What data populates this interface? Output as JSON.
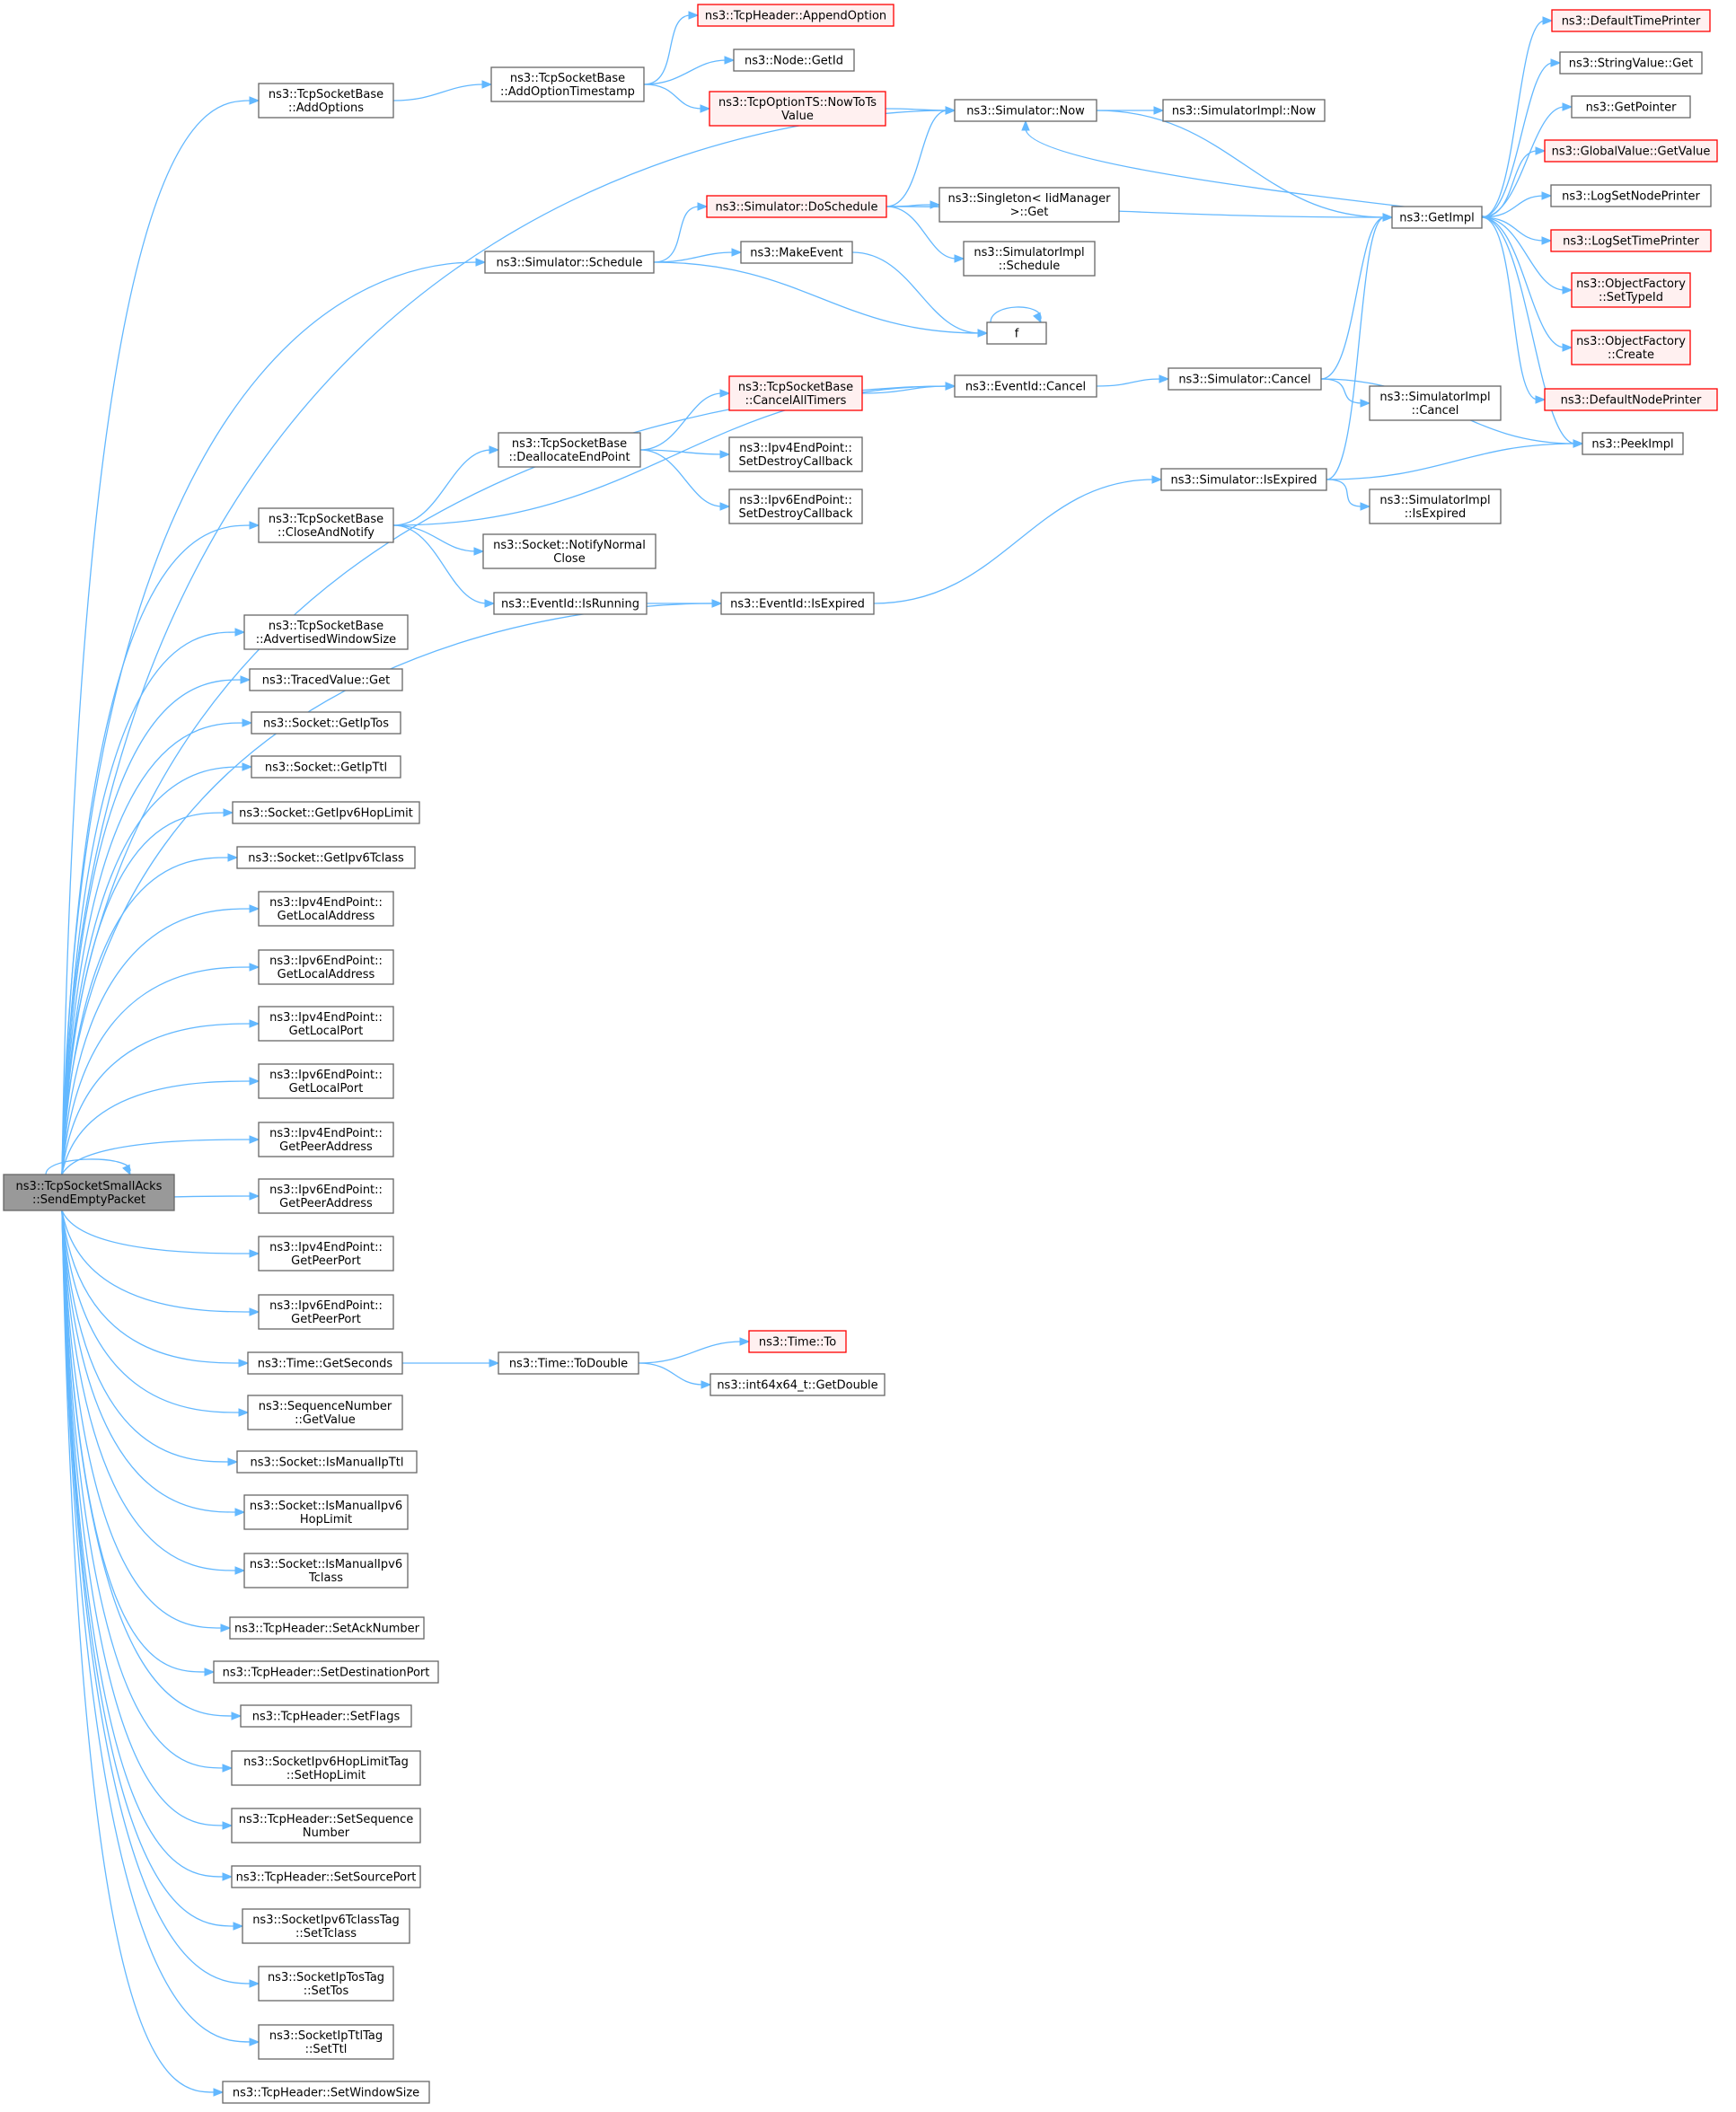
{
  "colors": {
    "edge": "#63b8ff",
    "normal_border": "#666666",
    "normal_fill": "#ffffff",
    "trunc_border": "#ff0000",
    "trunc_fill": "#fff0f0",
    "root_fill": "#999999",
    "root_border": "#666666"
  },
  "nodes": [
    {
      "id": "root",
      "lines": [
        "ns3::TcpSocketSmallAcks",
        "::SendEmptyPacket"
      ],
      "style": "root"
    },
    {
      "id": "addOptions",
      "lines": [
        "ns3::TcpSocketBase",
        "::AddOptions"
      ],
      "style": "normal"
    },
    {
      "id": "addOptTs",
      "lines": [
        "ns3::TcpSocketBase",
        "::AddOptionTimestamp"
      ],
      "style": "normal"
    },
    {
      "id": "appendOpt",
      "lines": [
        "ns3::TcpHeader::AppendOption"
      ],
      "style": "trunc"
    },
    {
      "id": "nodeGetId",
      "lines": [
        "ns3::Node::GetId"
      ],
      "style": "normal"
    },
    {
      "id": "nowToTs",
      "lines": [
        "ns3::TcpOptionTS::NowToTs",
        "Value"
      ],
      "style": "trunc"
    },
    {
      "id": "simNow",
      "lines": [
        "ns3::Simulator::Now"
      ],
      "style": "normal"
    },
    {
      "id": "simImplNow",
      "lines": [
        "ns3::SimulatorImpl::Now"
      ],
      "style": "normal"
    },
    {
      "id": "doSchedule",
      "lines": [
        "ns3::Simulator::DoSchedule"
      ],
      "style": "trunc"
    },
    {
      "id": "singleton",
      "lines": [
        "ns3::Singleton< IidManager",
        ">::Get"
      ],
      "style": "normal"
    },
    {
      "id": "simImplSched",
      "lines": [
        "ns3::SimulatorImpl",
        "::Schedule"
      ],
      "style": "normal"
    },
    {
      "id": "simSchedule",
      "lines": [
        "ns3::Simulator::Schedule"
      ],
      "style": "normal"
    },
    {
      "id": "makeEvent",
      "lines": [
        "ns3::MakeEvent"
      ],
      "style": "normal"
    },
    {
      "id": "f",
      "lines": [
        "f"
      ],
      "style": "normal"
    },
    {
      "id": "getImpl",
      "lines": [
        "ns3::GetImpl"
      ],
      "style": "normal"
    },
    {
      "id": "defTimePrinter",
      "lines": [
        "ns3::DefaultTimePrinter"
      ],
      "style": "trunc"
    },
    {
      "id": "strValGet",
      "lines": [
        "ns3::StringValue::Get"
      ],
      "style": "normal"
    },
    {
      "id": "getPointer",
      "lines": [
        "ns3::GetPointer"
      ],
      "style": "normal"
    },
    {
      "id": "gvGetValue",
      "lines": [
        "ns3::GlobalValue::GetValue"
      ],
      "style": "trunc"
    },
    {
      "id": "logSetNode",
      "lines": [
        "ns3::LogSetNodePrinter"
      ],
      "style": "normal"
    },
    {
      "id": "logSetTime",
      "lines": [
        "ns3::LogSetTimePrinter"
      ],
      "style": "trunc"
    },
    {
      "id": "ofSetTypeId",
      "lines": [
        "ns3::ObjectFactory",
        "::SetTypeId"
      ],
      "style": "trunc"
    },
    {
      "id": "ofCreate",
      "lines": [
        "ns3::ObjectFactory",
        "::Create"
      ],
      "style": "trunc"
    },
    {
      "id": "defNodePrinter",
      "lines": [
        "ns3::DefaultNodePrinter"
      ],
      "style": "trunc"
    },
    {
      "id": "peekImpl",
      "lines": [
        "ns3::PeekImpl"
      ],
      "style": "normal"
    },
    {
      "id": "eventCancel",
      "lines": [
        "ns3::EventId::Cancel"
      ],
      "style": "normal"
    },
    {
      "id": "simCancel",
      "lines": [
        "ns3::Simulator::Cancel"
      ],
      "style": "normal"
    },
    {
      "id": "simImplCancel",
      "lines": [
        "ns3::SimulatorImpl",
        "::Cancel"
      ],
      "style": "normal"
    },
    {
      "id": "cancelTimers",
      "lines": [
        "ns3::TcpSocketBase",
        "::CancelAllTimers"
      ],
      "style": "trunc"
    },
    {
      "id": "deallocEp",
      "lines": [
        "ns3::TcpSocketBase",
        "::DeallocateEndPoint"
      ],
      "style": "normal"
    },
    {
      "id": "ipv4SetDestroy",
      "lines": [
        "ns3::Ipv4EndPoint::",
        "SetDestroyCallback"
      ],
      "style": "normal"
    },
    {
      "id": "ipv6SetDestroy",
      "lines": [
        "ns3::Ipv6EndPoint::",
        "SetDestroyCallback"
      ],
      "style": "normal"
    },
    {
      "id": "simIsExpired",
      "lines": [
        "ns3::Simulator::IsExpired"
      ],
      "style": "normal"
    },
    {
      "id": "simImplIsExpired",
      "lines": [
        "ns3::SimulatorImpl",
        "::IsExpired"
      ],
      "style": "normal"
    },
    {
      "id": "closeNotify",
      "lines": [
        "ns3::TcpSocketBase",
        "::CloseAndNotify"
      ],
      "style": "normal"
    },
    {
      "id": "notifyNormalClose",
      "lines": [
        "ns3::Socket::NotifyNormal",
        "Close"
      ],
      "style": "normal"
    },
    {
      "id": "isRunning",
      "lines": [
        "ns3::EventId::IsRunning"
      ],
      "style": "normal"
    },
    {
      "id": "eventIsExpired",
      "lines": [
        "ns3::EventId::IsExpired"
      ],
      "style": "normal"
    },
    {
      "id": "advWinSize",
      "lines": [
        "ns3::TcpSocketBase",
        "::AdvertisedWindowSize"
      ],
      "style": "normal"
    },
    {
      "id": "tracedGet",
      "lines": [
        "ns3::TracedValue::Get"
      ],
      "style": "normal"
    },
    {
      "id": "getIpTos",
      "lines": [
        "ns3::Socket::GetIpTos"
      ],
      "style": "normal"
    },
    {
      "id": "getIpTtl",
      "lines": [
        "ns3::Socket::GetIpTtl"
      ],
      "style": "normal"
    },
    {
      "id": "getIpv6Hop",
      "lines": [
        "ns3::Socket::GetIpv6HopLimit"
      ],
      "style": "normal"
    },
    {
      "id": "getIpv6Tclass",
      "lines": [
        "ns3::Socket::GetIpv6Tclass"
      ],
      "style": "normal"
    },
    {
      "id": "ipv4LocalAddr",
      "lines": [
        "ns3::Ipv4EndPoint::",
        "GetLocalAddress"
      ],
      "style": "normal"
    },
    {
      "id": "ipv6LocalAddr",
      "lines": [
        "ns3::Ipv6EndPoint::",
        "GetLocalAddress"
      ],
      "style": "normal"
    },
    {
      "id": "ipv4LocalPort",
      "lines": [
        "ns3::Ipv4EndPoint::",
        "GetLocalPort"
      ],
      "style": "normal"
    },
    {
      "id": "ipv6LocalPort",
      "lines": [
        "ns3::Ipv6EndPoint::",
        "GetLocalPort"
      ],
      "style": "normal"
    },
    {
      "id": "ipv4PeerAddr",
      "lines": [
        "ns3::Ipv4EndPoint::",
        "GetPeerAddress"
      ],
      "style": "normal"
    },
    {
      "id": "ipv6PeerAddr",
      "lines": [
        "ns3::Ipv6EndPoint::",
        "GetPeerAddress"
      ],
      "style": "normal"
    },
    {
      "id": "ipv4PeerPort",
      "lines": [
        "ns3::Ipv4EndPoint::",
        "GetPeerPort"
      ],
      "style": "normal"
    },
    {
      "id": "ipv6PeerPort",
      "lines": [
        "ns3::Ipv6EndPoint::",
        "GetPeerPort"
      ],
      "style": "normal"
    },
    {
      "id": "timeGetSeconds",
      "lines": [
        "ns3::Time::GetSeconds"
      ],
      "style": "normal"
    },
    {
      "id": "timeToDouble",
      "lines": [
        "ns3::Time::ToDouble"
      ],
      "style": "normal"
    },
    {
      "id": "timeTo",
      "lines": [
        "ns3::Time::To"
      ],
      "style": "trunc"
    },
    {
      "id": "int64GetDouble",
      "lines": [
        "ns3::int64x64_t::GetDouble"
      ],
      "style": "normal"
    },
    {
      "id": "seqGetValue",
      "lines": [
        "ns3::SequenceNumber",
        "::GetValue"
      ],
      "style": "normal"
    },
    {
      "id": "isManualIpTtl",
      "lines": [
        "ns3::Socket::IsManualIpTtl"
      ],
      "style": "normal"
    },
    {
      "id": "isManualIpv6Hop",
      "lines": [
        "ns3::Socket::IsManualIpv6",
        "HopLimit"
      ],
      "style": "normal"
    },
    {
      "id": "isManualIpv6Tclass",
      "lines": [
        "ns3::Socket::IsManualIpv6",
        "Tclass"
      ],
      "style": "normal"
    },
    {
      "id": "setAckNumber",
      "lines": [
        "ns3::TcpHeader::SetAckNumber"
      ],
      "style": "normal"
    },
    {
      "id": "setDestPort",
      "lines": [
        "ns3::TcpHeader::SetDestinationPort"
      ],
      "style": "normal"
    },
    {
      "id": "setFlags",
      "lines": [
        "ns3::TcpHeader::SetFlags"
      ],
      "style": "normal"
    },
    {
      "id": "setHopLimit",
      "lines": [
        "ns3::SocketIpv6HopLimitTag",
        "::SetHopLimit"
      ],
      "style": "normal"
    },
    {
      "id": "setSeqNumber",
      "lines": [
        "ns3::TcpHeader::SetSequence",
        "Number"
      ],
      "style": "normal"
    },
    {
      "id": "setSourcePort",
      "lines": [
        "ns3::TcpHeader::SetSourcePort"
      ],
      "style": "normal"
    },
    {
      "id": "setTclass",
      "lines": [
        "ns3::SocketIpv6TclassTag",
        "::SetTclass"
      ],
      "style": "normal"
    },
    {
      "id": "setTos",
      "lines": [
        "ns3::SocketIpTosTag",
        "::SetTos"
      ],
      "style": "normal"
    },
    {
      "id": "setTtl",
      "lines": [
        "ns3::SocketIpTtlTag",
        "::SetTtl"
      ],
      "style": "normal"
    },
    {
      "id": "setWindowSize",
      "lines": [
        "ns3::TcpHeader::SetWindowSize"
      ],
      "style": "normal"
    }
  ],
  "edges": [
    [
      "root",
      "root"
    ],
    [
      "root",
      "addOptions"
    ],
    [
      "root",
      "simNow"
    ],
    [
      "root",
      "simSchedule"
    ],
    [
      "root",
      "eventCancel"
    ],
    [
      "root",
      "closeNotify"
    ],
    [
      "root",
      "eventIsExpired"
    ],
    [
      "root",
      "advWinSize"
    ],
    [
      "root",
      "tracedGet"
    ],
    [
      "root",
      "getIpTos"
    ],
    [
      "root",
      "getIpTtl"
    ],
    [
      "root",
      "getIpv6Hop"
    ],
    [
      "root",
      "getIpv6Tclass"
    ],
    [
      "root",
      "ipv4LocalAddr"
    ],
    [
      "root",
      "ipv6LocalAddr"
    ],
    [
      "root",
      "ipv4LocalPort"
    ],
    [
      "root",
      "ipv6LocalPort"
    ],
    [
      "root",
      "ipv4PeerAddr"
    ],
    [
      "root",
      "ipv6PeerAddr"
    ],
    [
      "root",
      "ipv4PeerPort"
    ],
    [
      "root",
      "ipv6PeerPort"
    ],
    [
      "root",
      "timeGetSeconds"
    ],
    [
      "root",
      "seqGetValue"
    ],
    [
      "root",
      "isManualIpTtl"
    ],
    [
      "root",
      "isManualIpv6Hop"
    ],
    [
      "root",
      "isManualIpv6Tclass"
    ],
    [
      "root",
      "setAckNumber"
    ],
    [
      "root",
      "setDestPort"
    ],
    [
      "root",
      "setFlags"
    ],
    [
      "root",
      "setHopLimit"
    ],
    [
      "root",
      "setSeqNumber"
    ],
    [
      "root",
      "setSourcePort"
    ],
    [
      "root",
      "setTclass"
    ],
    [
      "root",
      "setTos"
    ],
    [
      "root",
      "setTtl"
    ],
    [
      "root",
      "setWindowSize"
    ],
    [
      "addOptions",
      "addOptTs"
    ],
    [
      "addOptTs",
      "appendOpt"
    ],
    [
      "addOptTs",
      "nodeGetId"
    ],
    [
      "addOptTs",
      "nowToTs"
    ],
    [
      "nowToTs",
      "simNow"
    ],
    [
      "simNow",
      "simImplNow"
    ],
    [
      "simNow",
      "getImpl"
    ],
    [
      "simSchedule",
      "doSchedule"
    ],
    [
      "simSchedule",
      "makeEvent"
    ],
    [
      "simSchedule",
      "f"
    ],
    [
      "doSchedule",
      "simNow"
    ],
    [
      "doSchedule",
      "getImpl"
    ],
    [
      "doSchedule",
      "singleton"
    ],
    [
      "doSchedule",
      "simImplSched"
    ],
    [
      "makeEvent",
      "f"
    ],
    [
      "f",
      "f"
    ],
    [
      "getImpl",
      "simNow"
    ],
    [
      "getImpl",
      "defTimePrinter"
    ],
    [
      "getImpl",
      "strValGet"
    ],
    [
      "getImpl",
      "getPointer"
    ],
    [
      "getImpl",
      "gvGetValue"
    ],
    [
      "getImpl",
      "logSetNode"
    ],
    [
      "getImpl",
      "logSetTime"
    ],
    [
      "getImpl",
      "ofSetTypeId"
    ],
    [
      "getImpl",
      "ofCreate"
    ],
    [
      "getImpl",
      "defNodePrinter"
    ],
    [
      "getImpl",
      "peekImpl"
    ],
    [
      "eventCancel",
      "simCancel"
    ],
    [
      "simCancel",
      "getImpl"
    ],
    [
      "simCancel",
      "peekImpl"
    ],
    [
      "simCancel",
      "simImplCancel"
    ],
    [
      "cancelTimers",
      "eventCancel"
    ],
    [
      "deallocEp",
      "cancelTimers"
    ],
    [
      "deallocEp",
      "ipv4SetDestroy"
    ],
    [
      "deallocEp",
      "ipv6SetDestroy"
    ],
    [
      "closeNotify",
      "deallocEp"
    ],
    [
      "closeNotify",
      "eventCancel"
    ],
    [
      "closeNotify",
      "notifyNormalClose"
    ],
    [
      "closeNotify",
      "isRunning"
    ],
    [
      "isRunning",
      "eventIsExpired"
    ],
    [
      "eventIsExpired",
      "simIsExpired"
    ],
    [
      "simIsExpired",
      "getImpl"
    ],
    [
      "simIsExpired",
      "peekImpl"
    ],
    [
      "simIsExpired",
      "simImplIsExpired"
    ],
    [
      "timeGetSeconds",
      "timeToDouble"
    ],
    [
      "timeToDouble",
      "timeTo"
    ],
    [
      "timeToDouble",
      "int64GetDouble"
    ]
  ]
}
